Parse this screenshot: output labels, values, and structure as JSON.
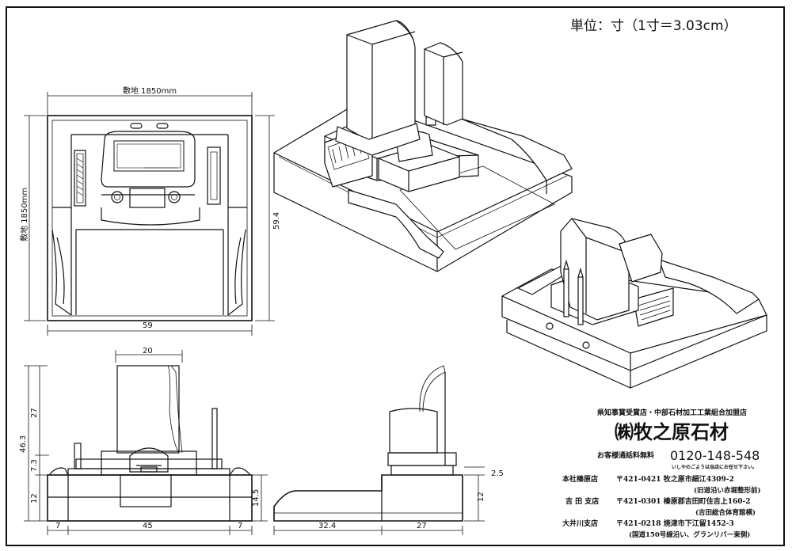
{
  "unit_note": "単位：寸（1寸＝3.03cm）",
  "plan_view": {
    "width_label": "敷地 1850mm",
    "depth_label": "敷地 1850mm",
    "right_dim": "59.4",
    "bottom_dim": "59"
  },
  "front_view": {
    "top_dim": "20",
    "total_height": "46.3",
    "monument_height": "27",
    "mid_height": "7.3",
    "base_height": "12",
    "right_height": "14.5",
    "left_width": "7",
    "center_width": "45",
    "right_width": "7"
  },
  "side_view": {
    "step_height": "2.5",
    "base_height": "12",
    "left_width": "32.4",
    "right_width": "27"
  },
  "company": {
    "tagline": "県知事賞受賞店・中部石材加工工業組合加盟店",
    "name": "㈱牧之原石材",
    "phone_label": "お客様通話料無料",
    "phone": "0120-148-548",
    "phone_note": "いしやのごようは当店にお任せ下さい。",
    "branches": [
      {
        "label": "本社榛原店",
        "address": "〒421-0421 牧之原市細江4309-2",
        "note": "(旧道沿い赤堀整形前)"
      },
      {
        "label": "吉 田 支店",
        "address": "〒421-0301 榛原郡吉田町住吉上160-2",
        "note": "(吉田総合体育館横)"
      },
      {
        "label": "大井川支店",
        "address": "〒421-0218 焼津市下江留1452-3",
        "note": "(国道150号線沿い、グランリバー東側)"
      }
    ]
  }
}
